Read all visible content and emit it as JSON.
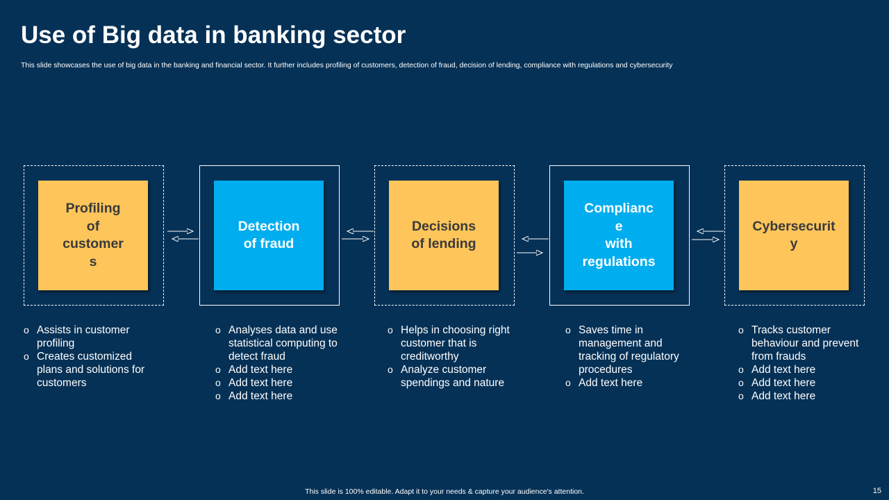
{
  "title": "Use of Big data in banking sector",
  "subtitle": "This slide showcases the use of big data in the banking and financial sector. It further includes profiling of customers, detection of fraud, decision of lending, compliance with regulations and cybersecurity",
  "steps": [
    {
      "label": "Profiling\nof\ncustomer\ns",
      "color": "#fdc55a",
      "bullets": [
        "Assists in customer profiling",
        "Creates customized plans and solutions for customers"
      ]
    },
    {
      "label": "Detection\nof fraud",
      "color": "#00adef",
      "bullets": [
        "Analyses data and use statistical computing to detect fraud",
        "Add text here",
        "Add text here",
        "Add text here"
      ]
    },
    {
      "label": "Decisions\nof lending",
      "color": "#fdc55a",
      "bullets": [
        "Helps in choosing right customer that is creditworthy",
        "Analyze customer spendings and nature"
      ]
    },
    {
      "label": "Complianc\ne\nwith\nregulations",
      "color": "#00adef",
      "bullets": [
        "Saves time in management and tracking of regulatory procedures",
        "Add text here"
      ]
    },
    {
      "label": "Cybersecurit\ny",
      "color": "#fdc55a",
      "bullets": [
        "Tracks customer behaviour and prevent from frauds",
        "Add text here",
        "Add text here",
        "Add text here"
      ]
    }
  ],
  "bullet_glyph": "o",
  "footer": "This slide is 100% editable. Adapt it to your needs & capture your audience's attention.",
  "page_number": "15",
  "colors": {
    "background": "#063156",
    "yellow": "#fdc55a",
    "blue": "#00adef"
  }
}
